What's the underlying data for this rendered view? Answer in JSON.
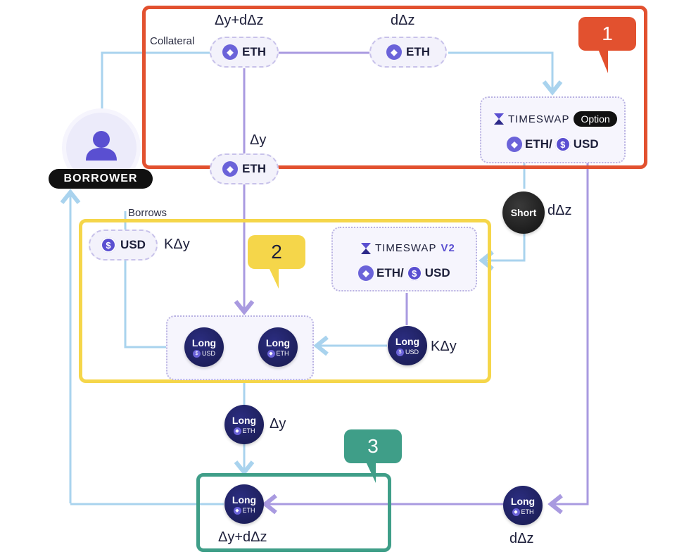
{
  "header": {
    "dy_plus_ddz_top": "Δy+dΔz",
    "ddz_top": "dΔz",
    "collateral": "Collateral"
  },
  "pills": {
    "eth_collateral": "ETH",
    "eth_option": "ETH",
    "eth_dy": "ETH",
    "usd_borrow": "USD"
  },
  "labels": {
    "dy_mid": "Δy",
    "borrows": "Borrows",
    "k_dy_usd": "KΔy",
    "short_ddz": "dΔz",
    "k_dy_token": "KΔy",
    "dy_long": "Δy",
    "dy_plus_ddz_bottom": "Δy+dΔz",
    "ddz_bottom": "dΔz"
  },
  "borrower": {
    "label": "BORROWER"
  },
  "timeswap_option": {
    "brand": "TIMESWAP",
    "badge": "Option",
    "pair_left": "ETH/",
    "pair_right": "USD"
  },
  "timeswap_v2": {
    "brand": "TIMESWAP",
    "version": "V2",
    "pair_left": "ETH/",
    "pair_right": "USD"
  },
  "short_token": {
    "label": "Short"
  },
  "tokens": {
    "long_usd": {
      "name": "Long",
      "sub": "USD"
    },
    "long_eth_box": {
      "name": "Long",
      "sub": "ETH"
    },
    "long_usd_right": {
      "name": "Long",
      "sub": "USD"
    },
    "long_eth_mid": {
      "name": "Long",
      "sub": "ETH"
    },
    "long_eth_final": {
      "name": "Long",
      "sub": "ETH"
    },
    "long_eth_right": {
      "name": "Long",
      "sub": "ETH"
    }
  },
  "callouts": {
    "one": "1",
    "two": "2",
    "three": "3"
  },
  "colors": {
    "frame1": "#e2512f",
    "frame2": "#f5d64a",
    "frame3": "#3f9e88",
    "flow_line": "#a9d3ee",
    "flow_line_purple": "#a99ae0",
    "token_bg": "#1c1e55"
  }
}
